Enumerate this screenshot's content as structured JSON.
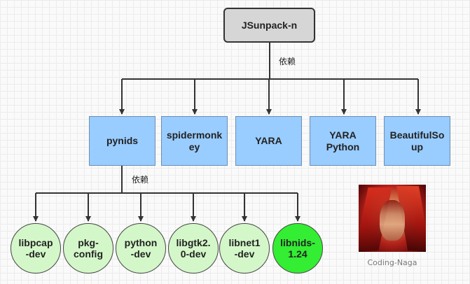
{
  "diagram": {
    "root": {
      "label": "JSunpack-n"
    },
    "root_edge_label": "依赖",
    "modules": [
      {
        "id": "pynids",
        "label": "pynids"
      },
      {
        "id": "spidermonkey",
        "label": "spidermonk\ney"
      },
      {
        "id": "yara",
        "label": "YARA"
      },
      {
        "id": "yara-python",
        "label": "YARA\nPython"
      },
      {
        "id": "beautifulsoup",
        "label": "BeautifulSo\nup"
      }
    ],
    "pynids_edge_label": "依赖",
    "libraries": [
      {
        "id": "libpcap-dev",
        "label": "libpcap\n-dev",
        "highlight": false
      },
      {
        "id": "pkg-config",
        "label": "pkg-\nconfig",
        "highlight": false
      },
      {
        "id": "python-dev",
        "label": "python\n-dev",
        "highlight": false
      },
      {
        "id": "libgtk2-dev",
        "label": "libgtk2.\n0-dev",
        "highlight": false
      },
      {
        "id": "libnet1-dev",
        "label": "libnet1\n-dev",
        "highlight": false
      },
      {
        "id": "libnids",
        "label": "libnids-\n1.24",
        "highlight": true
      }
    ]
  },
  "colors": {
    "root_fill": "#d6d6d6",
    "module_fill": "#99ccff",
    "library_fill": "#d4f7c9",
    "library_highlight_fill": "#33ee33",
    "line": "#333333"
  },
  "watermark": {
    "caption": "Coding-Naga"
  }
}
